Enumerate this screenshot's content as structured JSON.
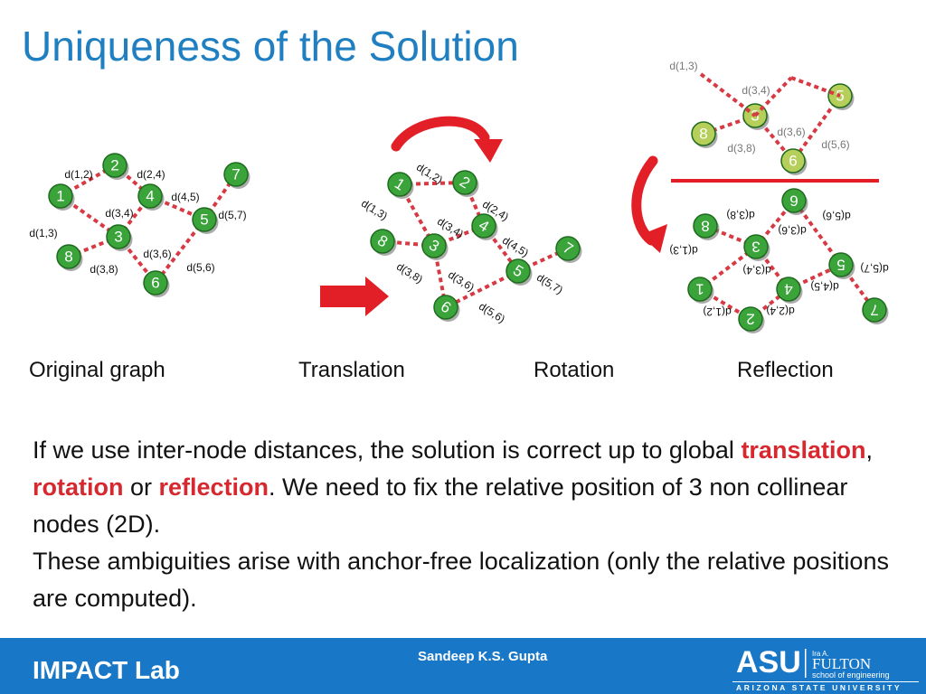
{
  "slide": {
    "title": "Uniqueness of the Solution"
  },
  "colors": {
    "title": "#1f7fc0",
    "highlight": "#d6282e",
    "footer_bar": "#1877c7",
    "node_fill": "#3aa43a",
    "node_fill_faded": "#b5cf5a",
    "edge": "#d83a44",
    "arrow": "#e21f26"
  },
  "captions": {
    "original": "Original graph",
    "translation": "Translation",
    "rotation": "Rotation",
    "reflection": "Reflection"
  },
  "edge_labels": {
    "e12": "d(1,2)",
    "e24": "d(2,4)",
    "e45": "d(4,5)",
    "e34": "d(3,4)",
    "e57": "d(5,7)",
    "e13": "d(1,3)",
    "e36": "d(3,6)",
    "e38": "d(3,8)",
    "e56": "d(5,6)"
  },
  "nodes": [
    "1",
    "2",
    "3",
    "4",
    "5",
    "6",
    "7",
    "8"
  ],
  "body": {
    "p1_pre": "If we use inter-node distances, the solution is correct up to global ",
    "hl_translation": "translation",
    "sep1": ", ",
    "hl_rotation": "rotation",
    "sep2": " or ",
    "hl_reflection": "reflection",
    "p1_post": ". We need to fix the relative position of 3 non collinear nodes (2D).",
    "p2": "These ambiguities arise with anchor-free localization (only the relative positions are computed)."
  },
  "footer": {
    "lab": "IMPACT Lab",
    "author": "Sandeep K.S. Gupta",
    "logo": {
      "asu": "ASU",
      "ira": "Ira A.",
      "fulton": "FULTON",
      "school": "school of engineering",
      "university": "ARIZONA STATE UNIVERSITY"
    }
  }
}
